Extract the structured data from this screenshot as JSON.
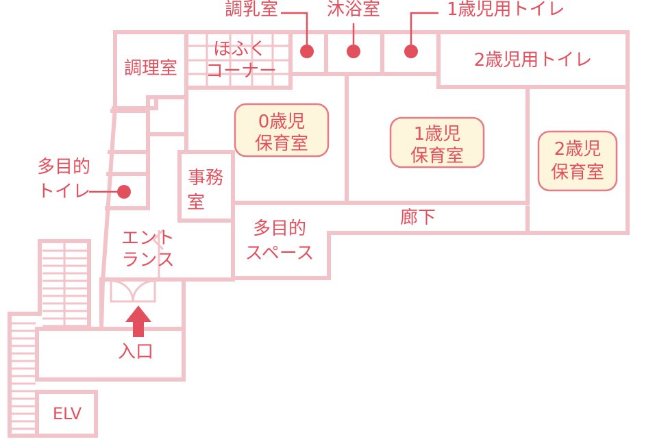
{
  "rooms": {
    "kitchen": "調理室",
    "nursing_corner_line1": "ほふく",
    "nursing_corner_line2": "コーナー",
    "milk_room": "調乳室",
    "bath_room": "沐浴室",
    "toilet_1yo": "1歳児用トイレ",
    "toilet_2yo": "2歳児用トイレ",
    "nursery_0_line1": "0歳児",
    "nursery_0_line2": "保育室",
    "nursery_1_line1": "1歳児",
    "nursery_1_line2": "保育室",
    "nursery_2_line1": "2歳児",
    "nursery_2_line2": "保育室",
    "office_line1": "事務",
    "office_line2": "室",
    "multi_toilet_line1": "多目的",
    "multi_toilet_line2": "トイレ",
    "hallway": "廊下",
    "multi_space_line1": "多目的",
    "multi_space_line2": "スペース",
    "entrance_line1": "エント",
    "entrance_line2": "ランス",
    "entry": "入口",
    "elevator": "ELV"
  },
  "colors": {
    "wall": "#f2c3c8",
    "text": "#e2505d",
    "badge_fill": "#fdf5dc",
    "badge_stroke": "#e87a84",
    "arrow": "#e2505d"
  },
  "icons": {
    "entry_arrow": "arrow-up-icon",
    "marker": "dot-marker-icon"
  }
}
